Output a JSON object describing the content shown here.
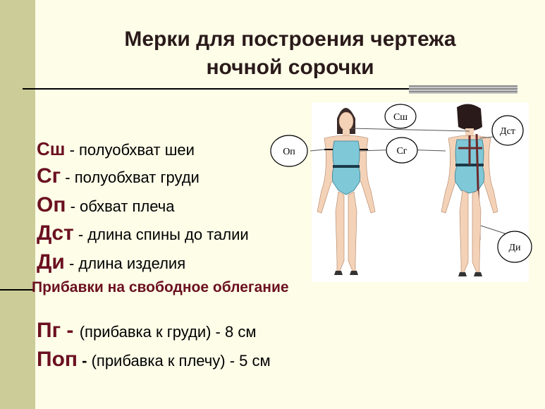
{
  "title": {
    "line1": "Мерки для построения чертежа",
    "line2": "ночной сорочки"
  },
  "measurements": [
    {
      "code": "Сш",
      "desc": " - полуобхват шеи"
    },
    {
      "code": "Сг",
      "desc": " - полуобхват груди"
    },
    {
      "code": "Оп",
      "desc": " - обхват плеча"
    },
    {
      "code": "Дст",
      "desc": " - длина спины до талии"
    },
    {
      "code": "Ди",
      "desc": " - длина изделия"
    }
  ],
  "section_title": "Прибавки на свободное облегание",
  "additions": [
    {
      "code": "Пг",
      "dash": " - ",
      "desc": "(прибавка к груди) - 8 см"
    },
    {
      "code": "Поп",
      "dash": " - ",
      "desc": "(прибавка к плечу) - 5 см"
    }
  ],
  "figure_labels": {
    "sh": "Сш",
    "sg": "Сг",
    "op": "Оп",
    "dst": "Дст",
    "di": "Ди"
  },
  "colors": {
    "accent": "#6b1020",
    "band": "#cccc99",
    "background": "#fdfde8",
    "swimsuit": "#7fc8d8"
  }
}
